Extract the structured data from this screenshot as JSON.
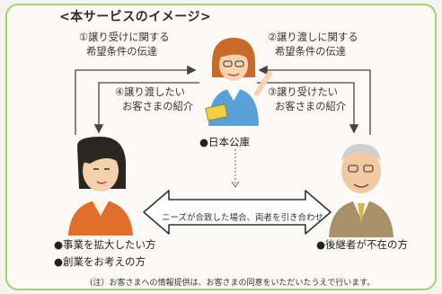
{
  "title": "<本サービスのイメージ>",
  "flows": {
    "f1": {
      "line1": "①譲り受けに関する",
      "line2": "希望条件の伝達"
    },
    "f2": {
      "line1": "②譲り渡しに関する",
      "line2": "希望条件の伝達"
    },
    "f3": {
      "line1": "③譲り受けたい",
      "line2": "お客さまの紹介"
    },
    "f4": {
      "line1": "④譲り渡したい",
      "line2": "お客さまの紹介"
    }
  },
  "center_label": "●日本公庫",
  "match_text": "ニーズが合致した場合、両者を引き合わせ",
  "left_party": [
    "●事業を拡大したい方",
    "●創業をお考えの方"
  ],
  "right_party": [
    "●後継者が不在の方"
  ],
  "note": "(注）お客さまへの情報提供は、お客さまの同意をいただいたうえで行います。",
  "colors": {
    "frame": "#a6cf72",
    "arrow_outline": "#333333",
    "arrow_fill": "#ffffff"
  }
}
